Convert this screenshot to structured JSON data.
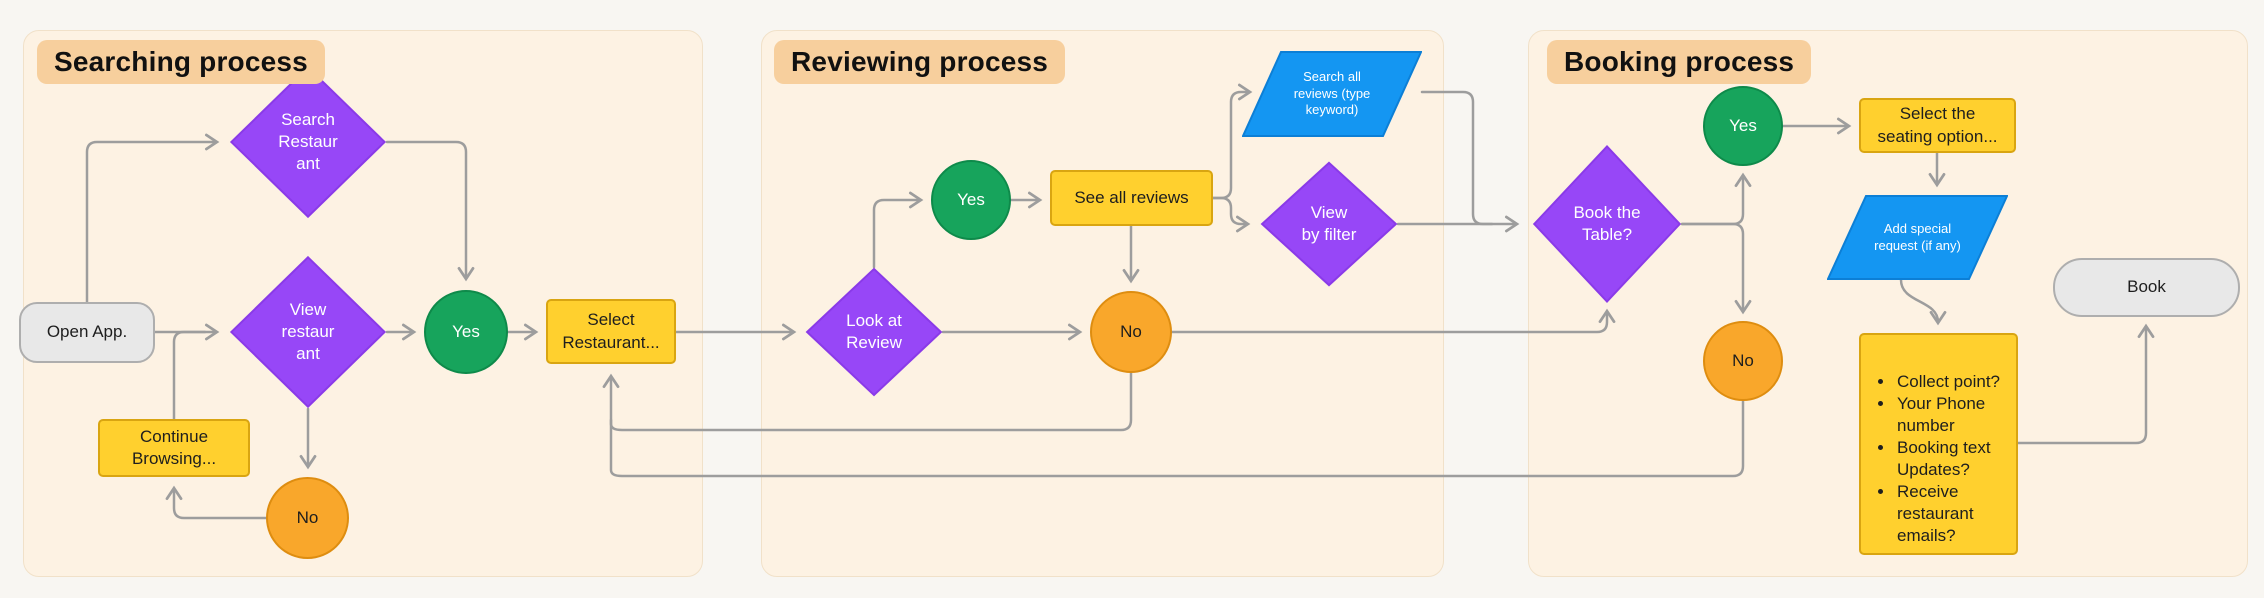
{
  "sections": {
    "searching": {
      "title": "Searching process"
    },
    "reviewing": {
      "title": "Reviewing process"
    },
    "booking": {
      "title": "Booking process"
    }
  },
  "nodes": {
    "open_app": {
      "label": "Open App."
    },
    "search_restaurant": {
      "label": "Search\nRestaur\nant"
    },
    "view_restaurant": {
      "label": "View\nrestaur\nant"
    },
    "yes_search": {
      "label": "Yes"
    },
    "select_restaurant": {
      "label": "Select\nRestaurant..."
    },
    "continue_browsing": {
      "label": "Continue\nBrowsing..."
    },
    "no_search": {
      "label": "No"
    },
    "look_at_review": {
      "label": "Look at\nReview"
    },
    "yes_review": {
      "label": "Yes"
    },
    "see_all_reviews": {
      "label": "See all reviews"
    },
    "search_all_reviews": {
      "label": "Search all\nreviews (type\nkeyword)"
    },
    "view_by_filter": {
      "label": "View\nby filter"
    },
    "no_review": {
      "label": "No"
    },
    "book_the_table": {
      "label": "Book the\nTable?"
    },
    "yes_booking": {
      "label": "Yes"
    },
    "no_booking": {
      "label": "No"
    },
    "select_seating": {
      "label": "Select the\nseating option..."
    },
    "add_special_request": {
      "label": "Add special\nrequest (if any)"
    },
    "booking_details": {
      "items": [
        "Collect point?",
        "Your Phone number",
        "Booking text Updates?",
        "Receive restaurant emails?"
      ]
    },
    "book": {
      "label": "Book"
    }
  },
  "colors": {
    "page-bg": "#f8f6f2",
    "panel": "#fdf2e3",
    "panel-border": "#f1e1c9",
    "chip": "#f7cf9d",
    "purple": "#9747f7",
    "purple-stroke": "#8a3ae8",
    "green": "#17a45c",
    "green-stroke": "#0e8a4a",
    "orange": "#f9a72b",
    "orange-stroke": "#de8d10",
    "yellow": "#ffd02e",
    "yellow-stroke": "#d9a511",
    "blue": "#1496f2",
    "blue-stroke": "#0c7fd6",
    "grayfill": "#e8e8e8",
    "graystroke": "#aeaeae",
    "connector": "#9d9d9d",
    "text-dark": "#1e1e1e",
    "text-light": "#ffffff"
  }
}
